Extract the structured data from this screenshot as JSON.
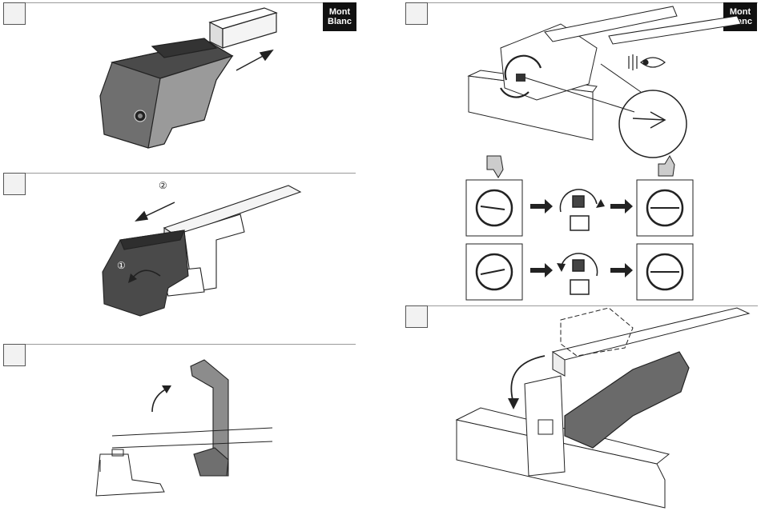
{
  "brand": {
    "line1": "Mont",
    "line2": "Blanc"
  },
  "step2": {
    "callout1": "①",
    "callout2": "②"
  },
  "colors": {
    "ink": "#222222",
    "grey_dark": "#3a3a3a",
    "grey_mid": "#7a7a7a",
    "grey_light": "#d9d9d9",
    "rule": "#9a9a9a"
  }
}
